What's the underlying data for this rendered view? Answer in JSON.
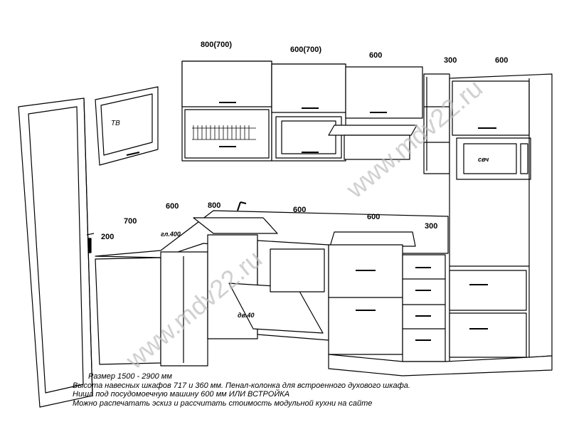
{
  "dimensions": {
    "wall_800": "800(700)",
    "wall_600a": "600(700)",
    "wall_600b": "600",
    "wall_300": "300",
    "wall_600c": "600",
    "base_600a": "600",
    "base_800": "800",
    "base_600b": "600",
    "base_600c": "600",
    "base_300": "300",
    "corner_700": "700",
    "corner_200": "200"
  },
  "labels": {
    "tv": "ТВ",
    "microwave": "свч",
    "depth_400": "гл.400",
    "door_40": "дв.40"
  },
  "watermark": "www.mdv22.ru",
  "caption": [
    "Размер 1500 - 2900 мм",
    "Высота навесных шкафов 717 и 360 мм. Пенал-колонка для встроенного духового шкафа.",
    "Ниша под посудомоечную машину 600 мм ИЛИ ВСТРОЙКА",
    "Можно распечатать эскиз и рассчитать стоимость модульной кухни на сайте"
  ]
}
